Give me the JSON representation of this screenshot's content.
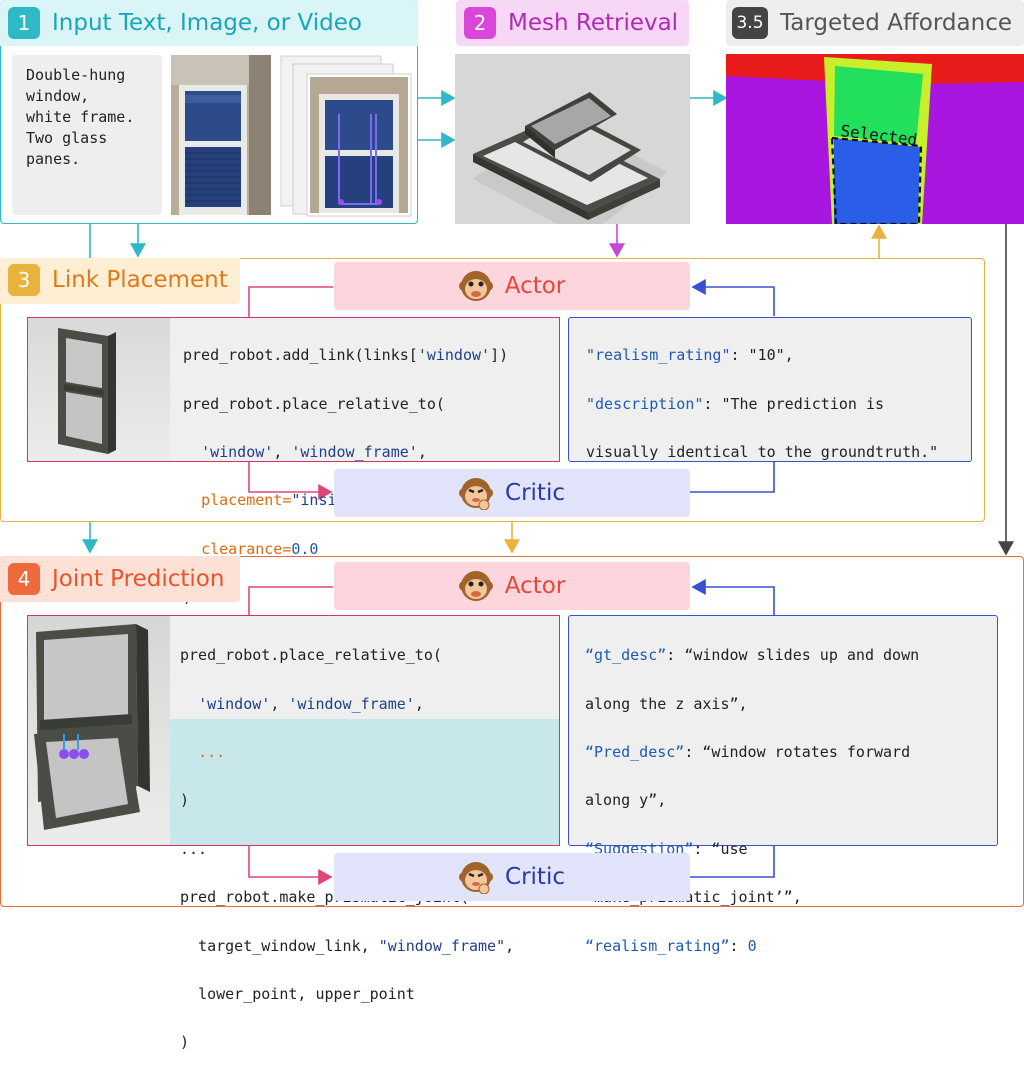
{
  "stage1": {
    "badge": "1",
    "title": "Input Text, Image, or Video",
    "text_lines": [
      "Double-hung",
      "window,",
      "white frame.",
      "Two glass",
      "panes."
    ]
  },
  "stage2": {
    "badge": "2",
    "title": "Mesh Retrieval"
  },
  "stage35": {
    "badge": "3.5",
    "title": "Targeted Affordance",
    "selected_label": "Selected"
  },
  "stage3": {
    "badge": "3",
    "title": "Link Placement",
    "actor_label": "Actor",
    "critic_label": "Critic",
    "code": {
      "l1": "pred_robot.add_link(links[",
      "l1_str": "'window'",
      "l1_end": "])",
      "l2": "pred_robot.place_relative_to(",
      "l3_a": "'window'",
      "l3_sep": ", ",
      "l3_b": "'window_frame'",
      "l3_end": ",",
      "l4_key": "placement=",
      "l4_val": "\"inside\"",
      "l4_end": ",",
      "l5_key": "clearance=",
      "l5_val": "0.0",
      "l6": ")"
    },
    "critic_json": {
      "k1": "\"realism_rating\"",
      "v1": ": \"10\",",
      "k2": "\"description\"",
      "v2": ": \"The prediction is",
      "v3": "visually identical to the groundtruth.\""
    }
  },
  "stage4": {
    "badge": "4",
    "title": "Joint Prediction",
    "actor_label": "Actor",
    "critic_label": "Critic",
    "code": {
      "l1": "pred_robot.place_relative_to(",
      "l2_a": "'window'",
      "l2_sep": ", ",
      "l2_b": "'window_frame'",
      "l2_end": ",",
      "l3": "...",
      "l4": ")",
      "l5": "...",
      "l6": "pred_robot.make_prismatic_joint(",
      "l7_a": "target_window_link, ",
      "l7_b": "\"window_frame\"",
      "l7_end": ",",
      "l8": "lower_point, upper_point",
      "l9": ")"
    },
    "critic_json": {
      "k1": "“gt_desc”",
      "v1": ": “window slides up and down",
      "v2": "along the z axis”,",
      "k3": "“Pred_desc”",
      "v3": ": “window rotates forward",
      "v4": "along y”,",
      "k5": "“Suggestion”",
      "v5": ": “use",
      "v6": "‘make_prismatic_joint’”,",
      "k7": "“realism_rating”",
      "v7": ": ",
      "v7_num": "0"
    }
  },
  "colors": {
    "teal": "#2fb8c6",
    "magenta": "#d946d9",
    "gold": "#e8b23c",
    "orange": "#ef6a3a",
    "actor_bg": "#fcd6dc",
    "critic_bg": "#e2e4fb",
    "red_text": "#e8453c",
    "blue_text": "#2a3aa8"
  }
}
